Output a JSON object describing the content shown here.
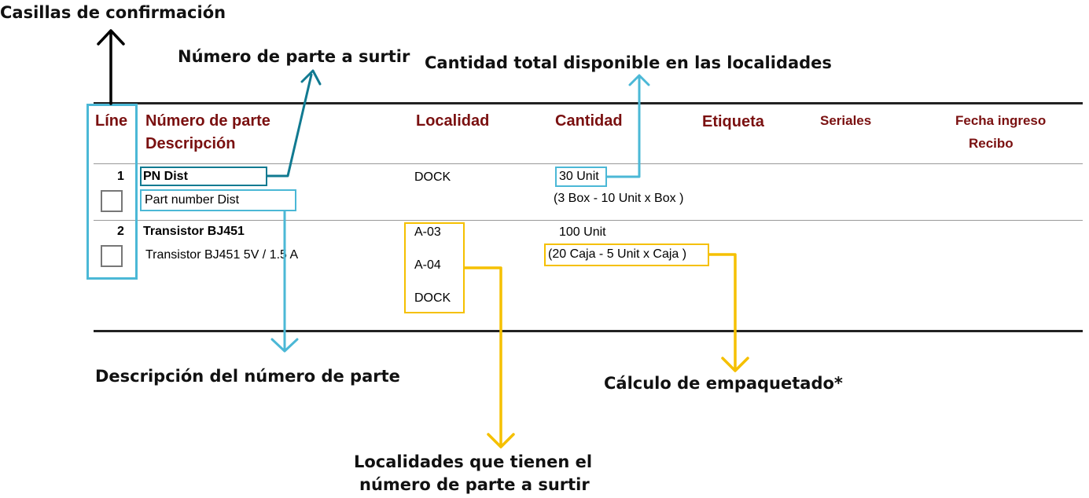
{
  "callouts": {
    "checkboxes": "Casillas de confirmación",
    "part_number": "Número de parte a surtir",
    "total_qty": "Cantidad total disponible en las localidades",
    "description": "Descripción del número de parte",
    "packing": "Cálculo de empaquetado*",
    "locations_line1": "Localidades que tienen el",
    "locations_line2": "número de parte a surtir"
  },
  "table": {
    "headers": {
      "line": "Líne",
      "part_number": "Número de parte",
      "description": "Descripción",
      "location": "Localidad",
      "quantity": "Cantidad",
      "label": "Etiqueta",
      "serials": "Seriales",
      "date_line1": "Fecha ingreso",
      "date_line2": "Recibo"
    },
    "rows": [
      {
        "line": "1",
        "part_number": "PN Dist",
        "description": "Part number Dist",
        "locations": [
          "DOCK"
        ],
        "quantity": "30 Unit",
        "packing": "(3 Box - 10 Unit x Box )"
      },
      {
        "line": "2",
        "part_number": "Transistor BJ451",
        "description": "Transistor BJ451 5V / 1.5 A",
        "locations": [
          "A-03",
          "A-04",
          "DOCK"
        ],
        "quantity": "100 Unit",
        "packing": "(20 Caja - 5 Unit x Caja )"
      }
    ]
  },
  "colors": {
    "header_text": "#7a1010",
    "light_blue": "#4bb8d6",
    "dark_teal": "#117a91",
    "yellow": "#f5c000",
    "arrow_black": "#000000"
  }
}
